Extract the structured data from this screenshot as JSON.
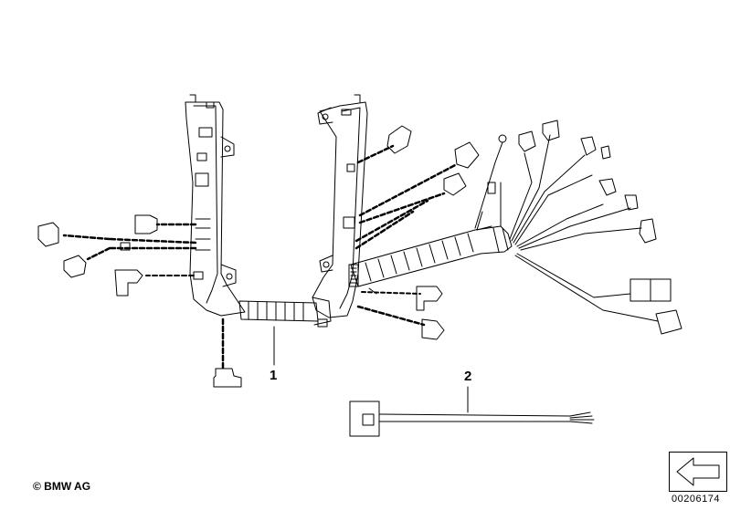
{
  "callouts": {
    "part1": "1",
    "part2": "2"
  },
  "footer": {
    "copyright": "© BMW AG",
    "document_number": "00206174"
  },
  "navigation": {
    "icon": "arrow-left-icon"
  },
  "colors": {
    "line": "#000000",
    "background": "#ffffff",
    "wire_dash": "#000000"
  }
}
